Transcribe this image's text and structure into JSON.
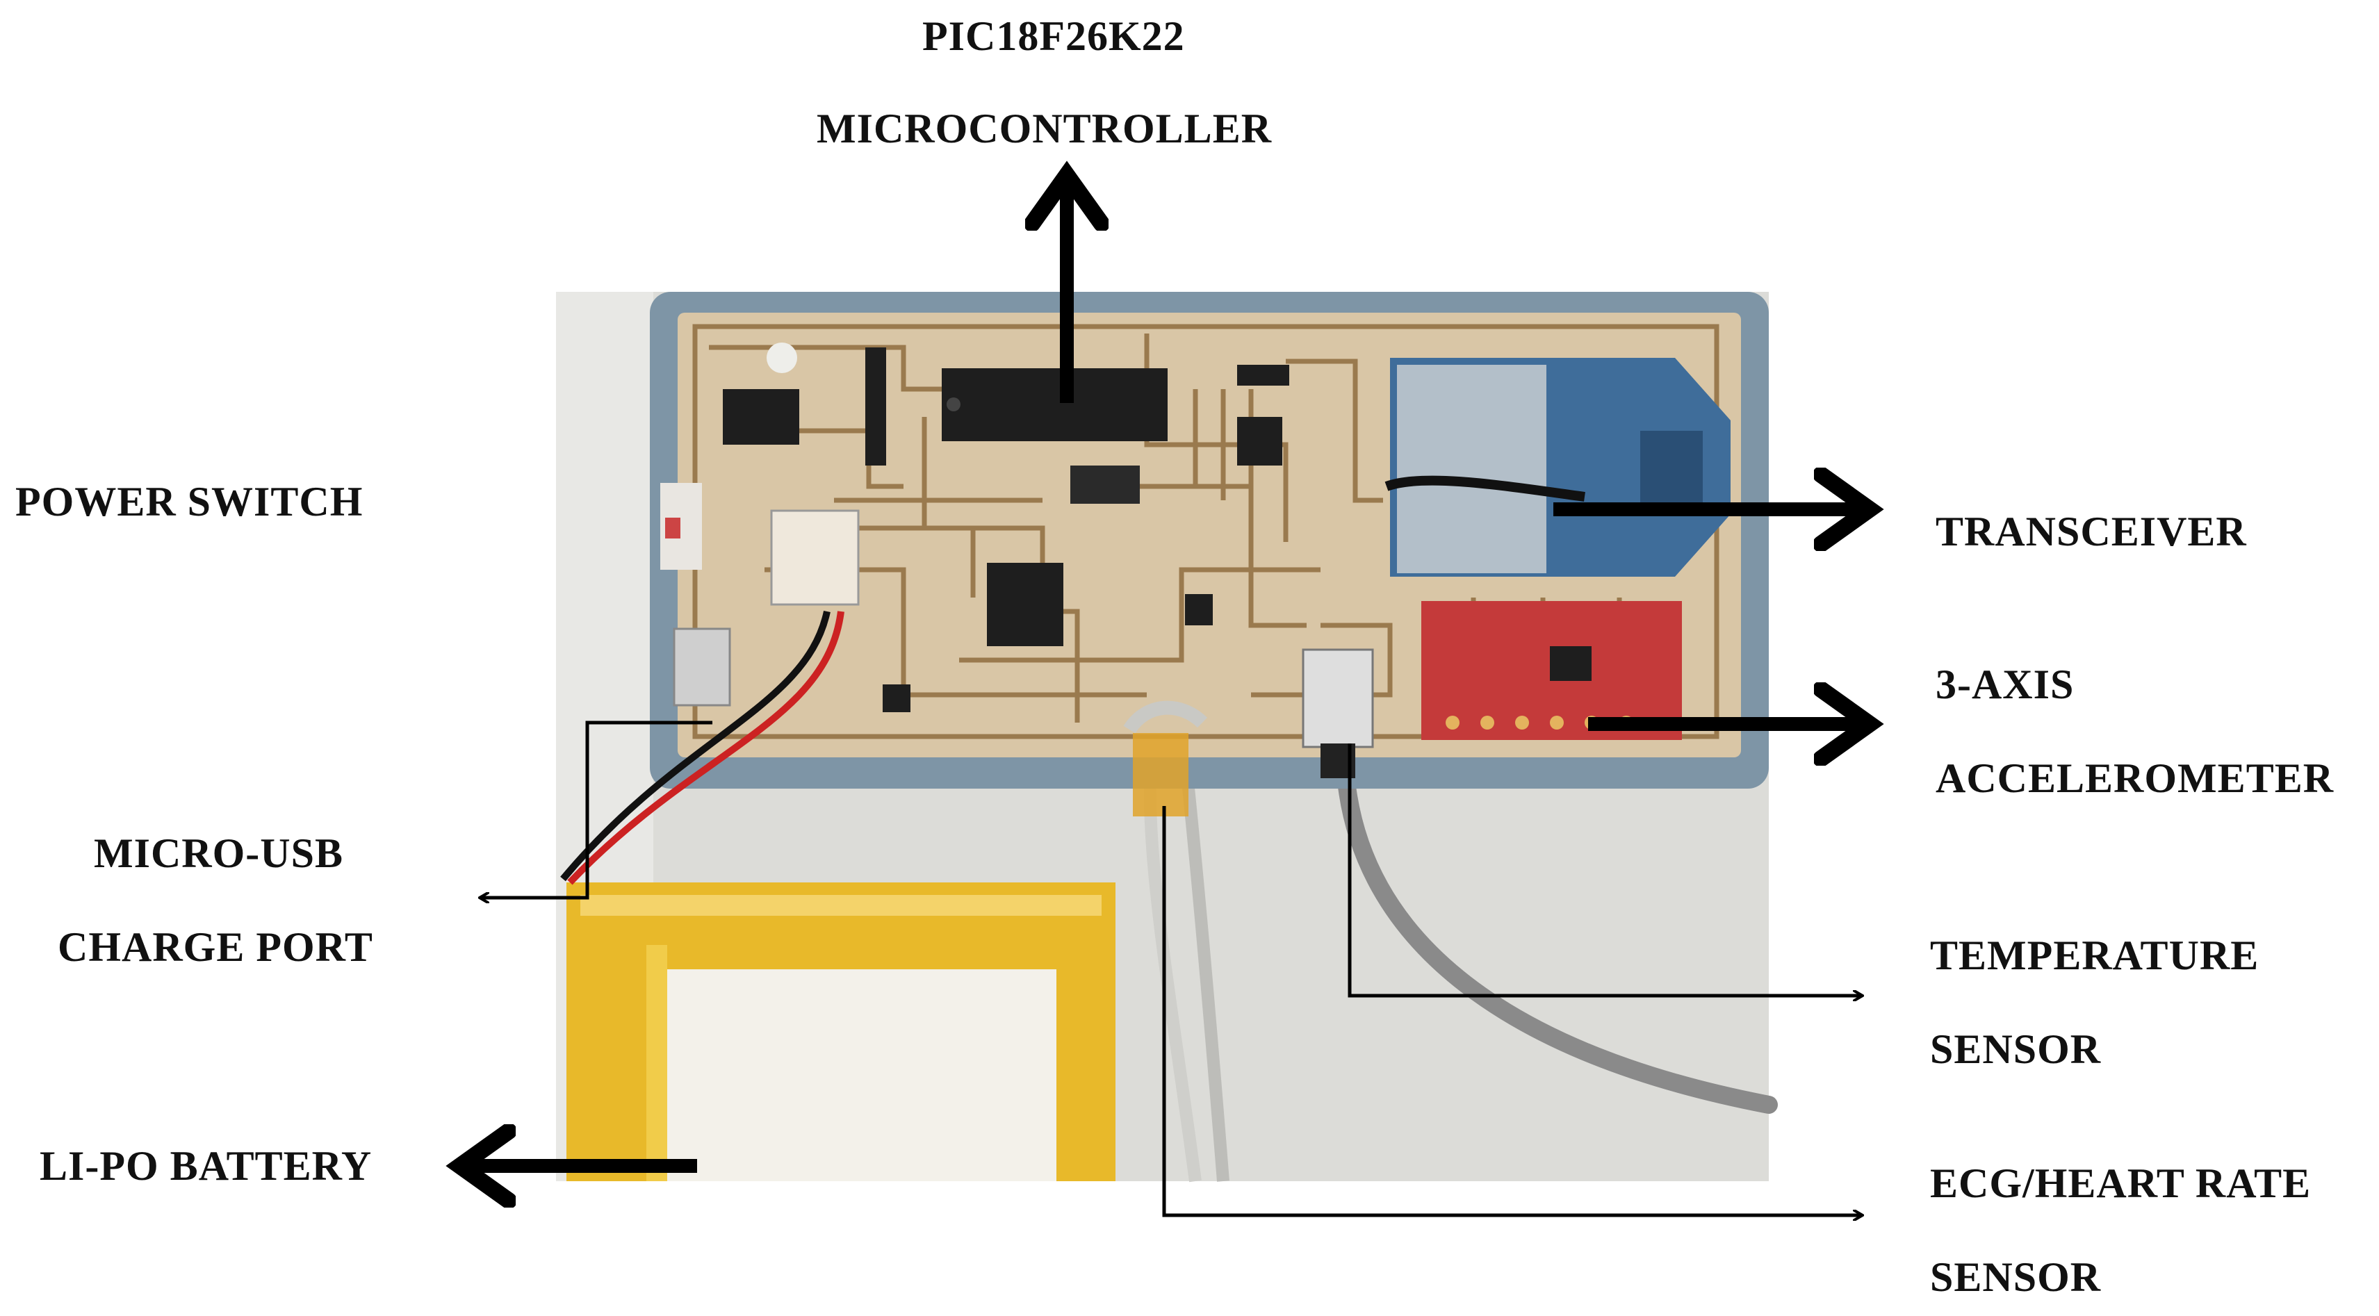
{
  "labels": {
    "microcontroller": [
      "PIC18F26K22",
      "MICROCONTROLLER"
    ],
    "power_switch": "POWER SWITCH",
    "transceiver": "TRANSCEIVER",
    "accelerometer": [
      "3-AXIS",
      "ACCELEROMETER"
    ],
    "usb": [
      "MICRO-USB",
      "CHARGE PORT"
    ],
    "temperature": [
      "TEMPERATURE",
      "SENSOR"
    ],
    "battery": "LI-PO BATTERY",
    "ecg": [
      "ECG/HEART RATE",
      "SENSOR"
    ]
  },
  "colors": {
    "background": "#ffffff",
    "photo_backdrop": "#dcdcd8",
    "pcb_frame": "#7e95a6",
    "pcb_board": "#d9c6a6",
    "trace": "#9a7a4e",
    "chip": "#1e1e1e",
    "xbee": "#3f6d9a",
    "accel_board": "#c43a3a",
    "battery": "#e8b92a",
    "cable": "#8a8a8a",
    "arrow": "#000000"
  }
}
